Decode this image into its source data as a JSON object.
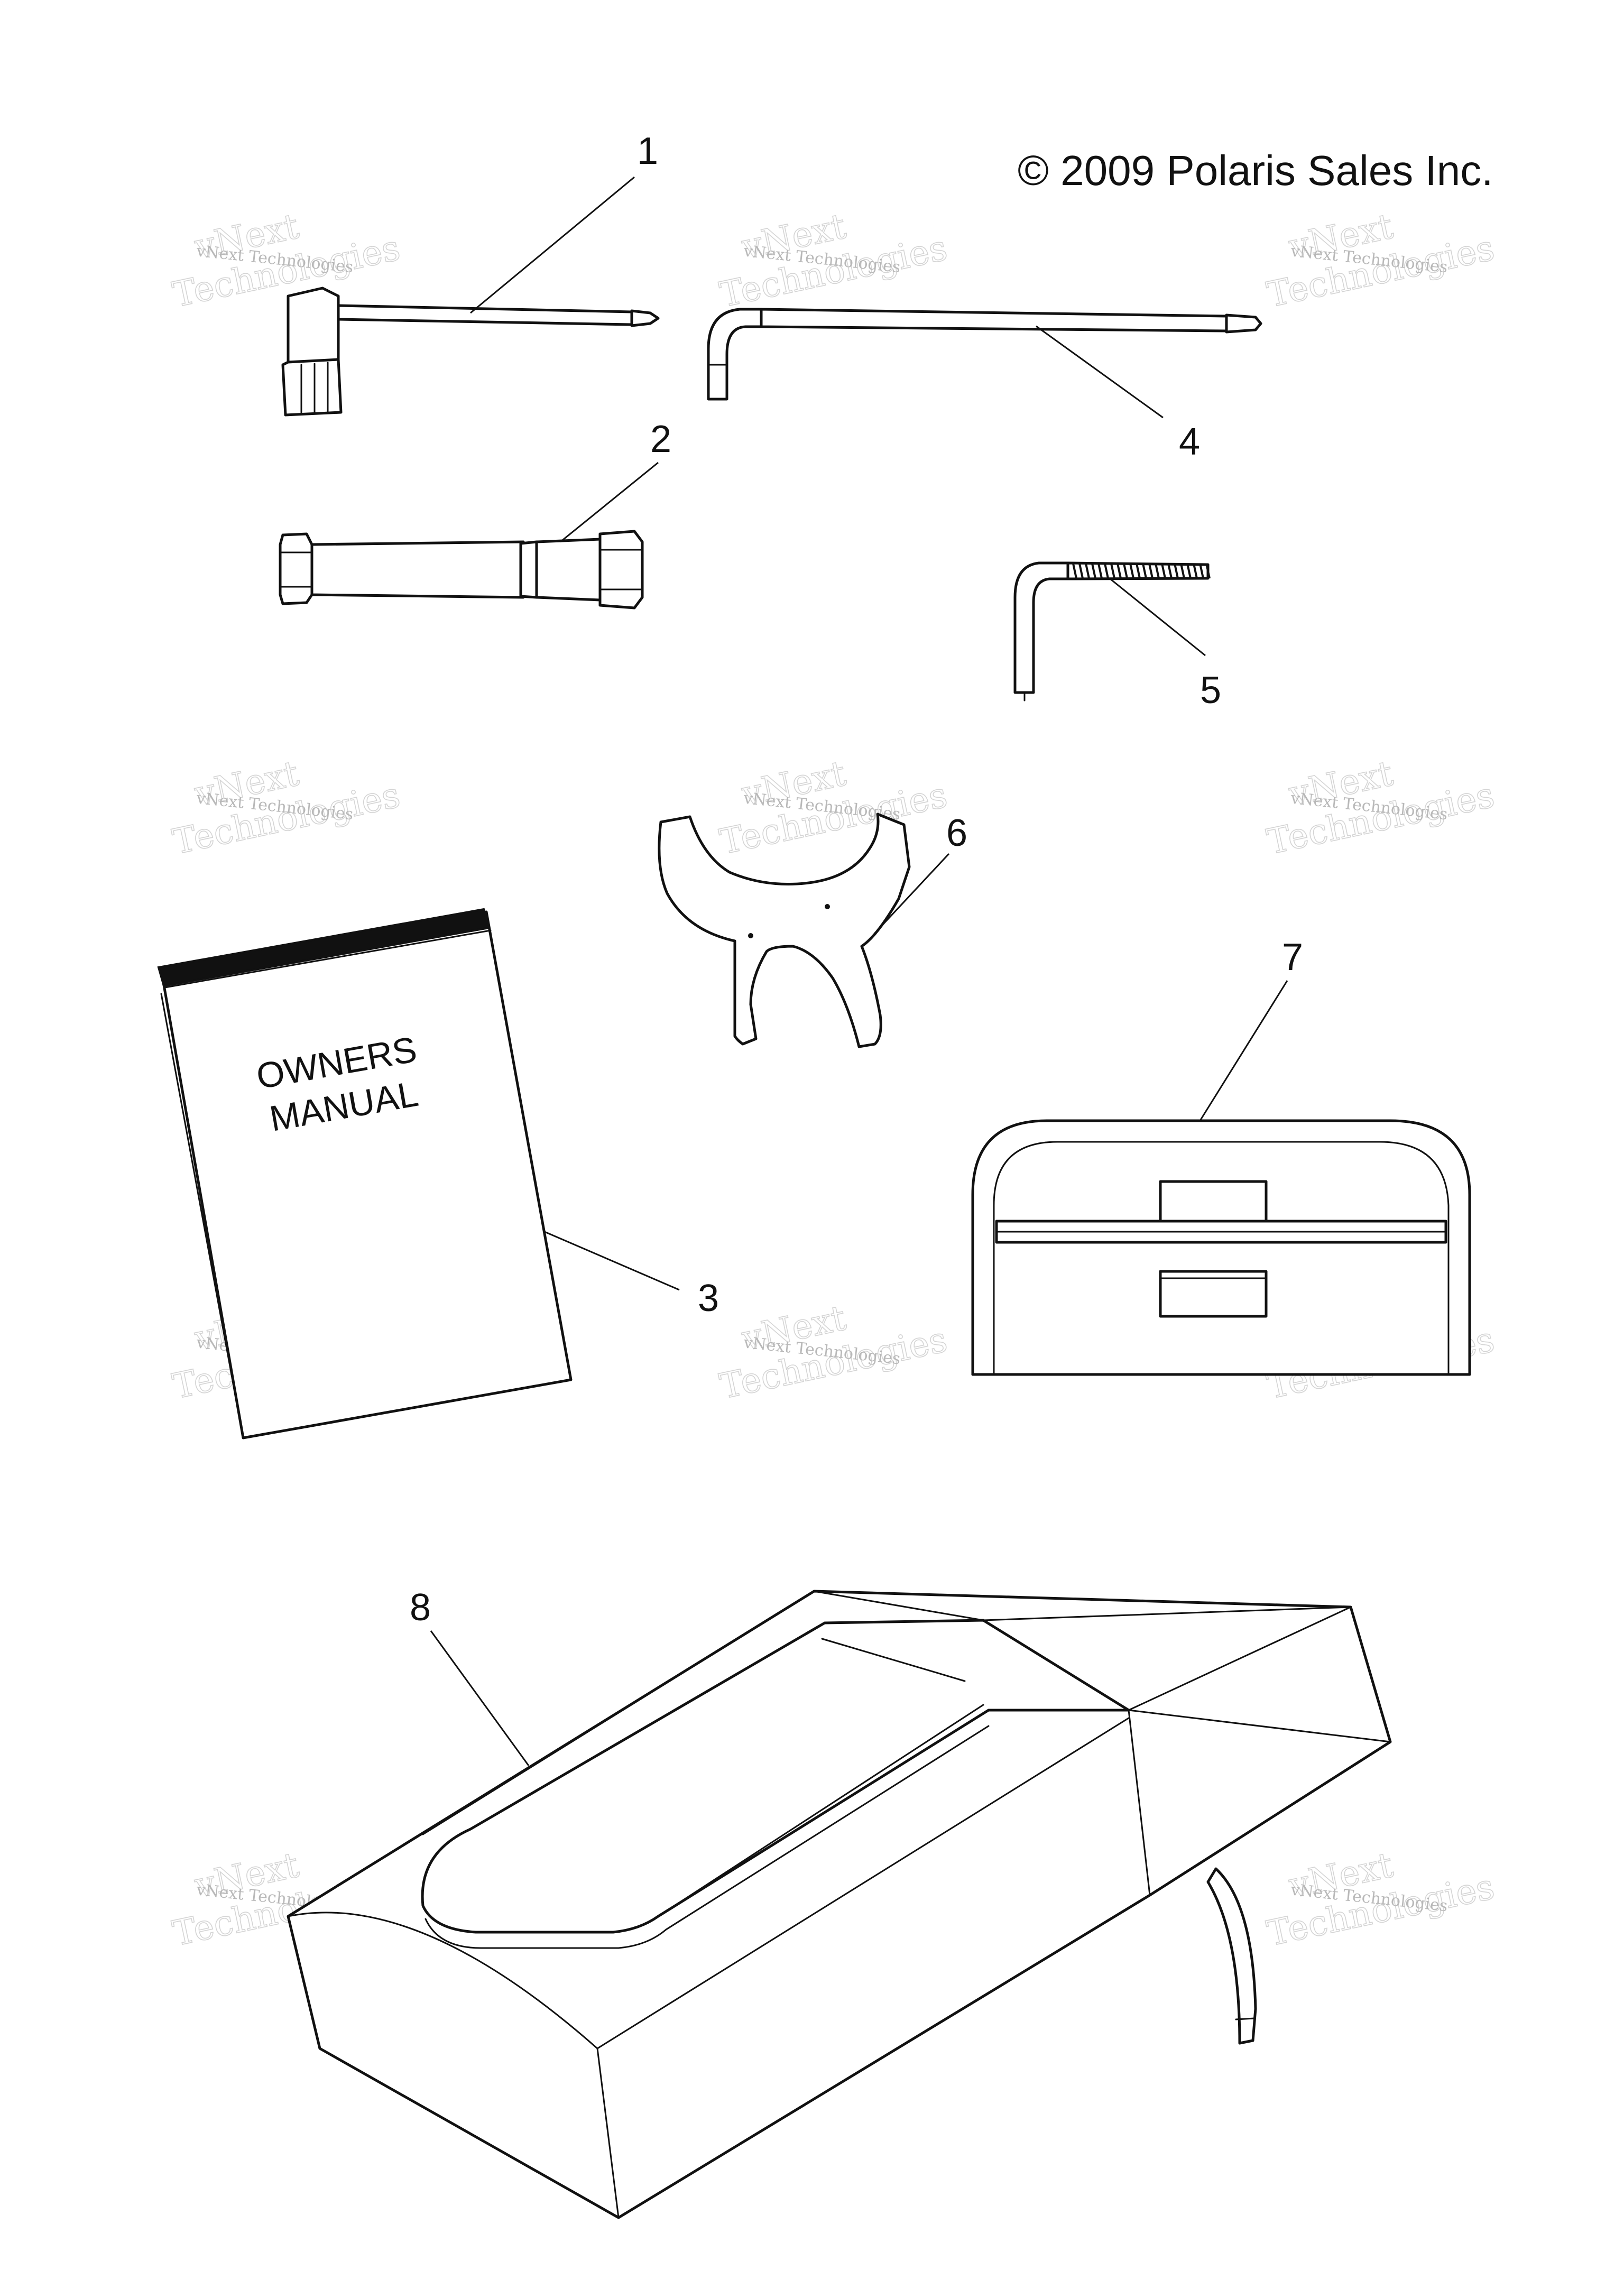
{
  "copyright": "© 2009 Polaris Sales Inc.",
  "manual_cover": {
    "line1": "OWNERS",
    "line2": "MANUAL"
  },
  "callouts": [
    {
      "id": "1",
      "label": "1"
    },
    {
      "id": "2",
      "label": "2"
    },
    {
      "id": "3",
      "label": "3"
    },
    {
      "id": "4",
      "label": "4"
    },
    {
      "id": "5",
      "label": "5"
    },
    {
      "id": "6",
      "label": "6"
    },
    {
      "id": "7",
      "label": "7"
    },
    {
      "id": "8",
      "label": "8"
    }
  ],
  "watermark": {
    "small": "vNext Technologies",
    "big_top": "vNext",
    "big_bottom": "Technologies"
  },
  "colors": {
    "ink": "#111111",
    "background": "#ffffff",
    "watermark": "#c8c8c8"
  }
}
